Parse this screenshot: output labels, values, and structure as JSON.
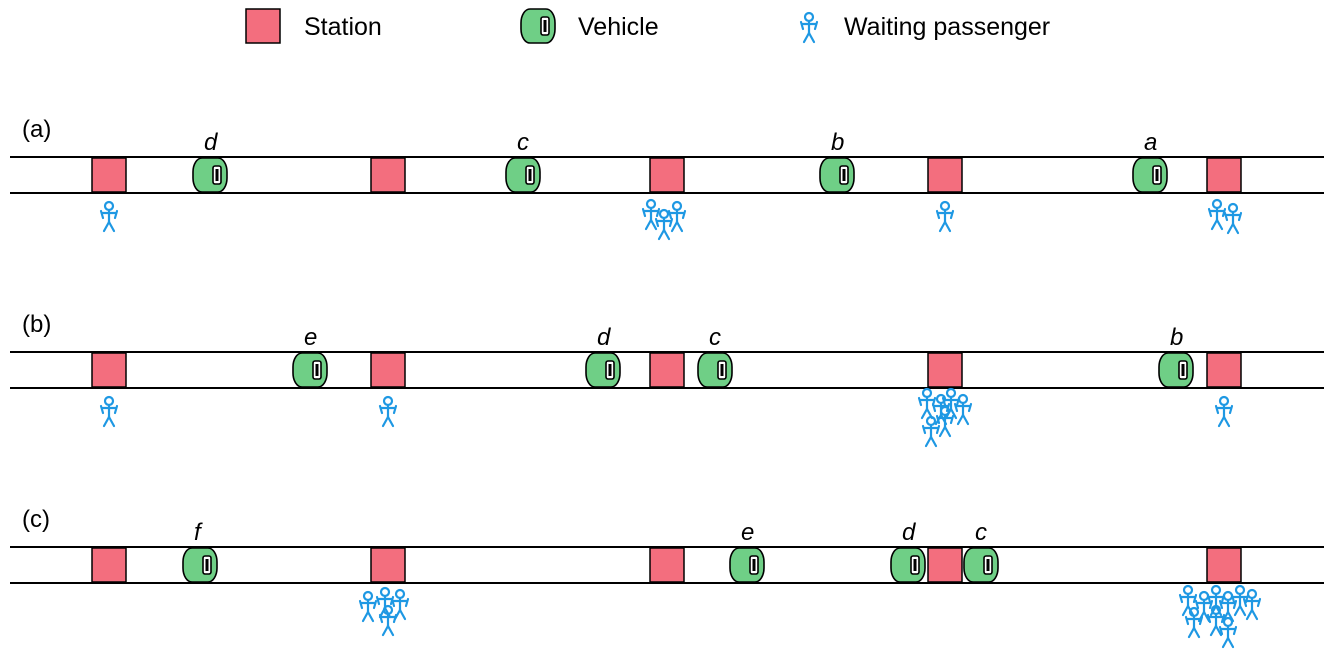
{
  "colors": {
    "station_fill": "#f36e7e",
    "vehicle_fill": "#6fcf86",
    "passenger": "#1e98e3",
    "track": "#000000"
  },
  "legend": {
    "station_label": "Station",
    "vehicle_label": "Vehicle",
    "passenger_label": "Waiting passenger"
  },
  "panels": [
    {
      "label": "(a)",
      "stations": [
        {
          "waiting_passengers": 1
        },
        {
          "waiting_passengers": 0
        },
        {
          "waiting_passengers": 3
        },
        {
          "waiting_passengers": 1
        },
        {
          "waiting_passengers": 2
        }
      ],
      "vehicles": [
        {
          "name": "d"
        },
        {
          "name": "c"
        },
        {
          "name": "b"
        },
        {
          "name": "a"
        }
      ]
    },
    {
      "label": "(b)",
      "stations": [
        {
          "waiting_passengers": 1
        },
        {
          "waiting_passengers": 1
        },
        {
          "waiting_passengers": 0
        },
        {
          "waiting_passengers": 6
        },
        {
          "waiting_passengers": 1
        }
      ],
      "vehicles": [
        {
          "name": "e"
        },
        {
          "name": "d"
        },
        {
          "name": "c"
        },
        {
          "name": "b"
        }
      ]
    },
    {
      "label": "(c)",
      "stations": [
        {
          "waiting_passengers": 0
        },
        {
          "waiting_passengers": 4
        },
        {
          "waiting_passengers": 0
        },
        {
          "waiting_passengers": 0
        },
        {
          "waiting_passengers": 9
        }
      ],
      "vehicles": [
        {
          "name": "f"
        },
        {
          "name": "e"
        },
        {
          "name": "d"
        },
        {
          "name": "c"
        }
      ]
    }
  ]
}
